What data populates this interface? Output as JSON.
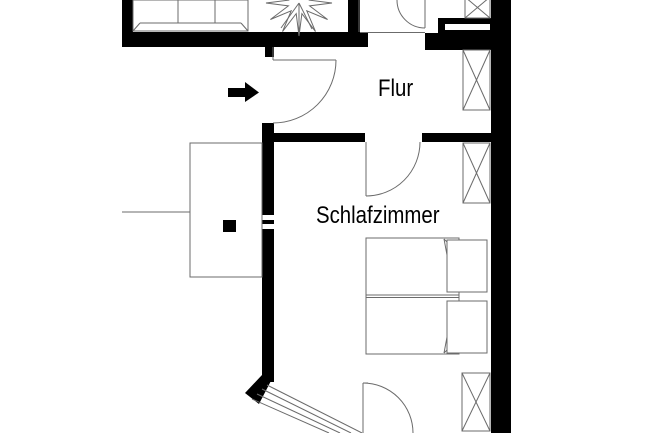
{
  "drawing": {
    "kind": "floor-plan-excerpt",
    "background": "#ffffff",
    "wall_color": "#000000",
    "line_color": "#6b6b6b"
  },
  "rooms": {
    "flur": {
      "label": "Flur"
    },
    "schlafzimmer": {
      "label": "Schlafzimmer"
    }
  },
  "symbols": {
    "entrance_arrow": "arrow-right-into-flur-door",
    "doors": [
      "upper-room-door",
      "flur-entrance-door",
      "flur-to-schlafzimmer-door",
      "schlafzimmer-bottom-door"
    ],
    "windows": [
      "top-right-window",
      "flur-window",
      "schlafzimmer-window-upper",
      "schlafzimmer-window-lower"
    ],
    "furniture": [
      "wardrobe",
      "plant",
      "double-bed-with-two-pillows",
      "terrace-with-marker"
    ],
    "stairs": "diagonal-exterior-steps"
  }
}
